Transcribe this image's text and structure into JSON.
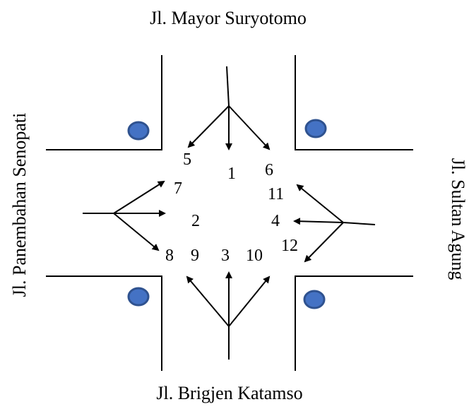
{
  "streets": {
    "north": "Jl. Mayor Suryotomo",
    "south": "Jl. Brigjen Katamso",
    "west": "Jl. Panembahan Senopati",
    "east": "Jl. Sultan Agung"
  },
  "movements": {
    "m1": "1",
    "m2": "2",
    "m3": "3",
    "m4": "4",
    "m5": "5",
    "m6": "6",
    "m7": "7",
    "m8": "8",
    "m9": "9",
    "m10": "10",
    "m11": "11",
    "m12": "12"
  },
  "icons": {
    "signal": "traffic-signal-icon",
    "arrow": "movement-arrow"
  },
  "colors": {
    "signal_fill": "#4472c4",
    "signal_stroke": "#2f528f",
    "line": "#000000"
  }
}
